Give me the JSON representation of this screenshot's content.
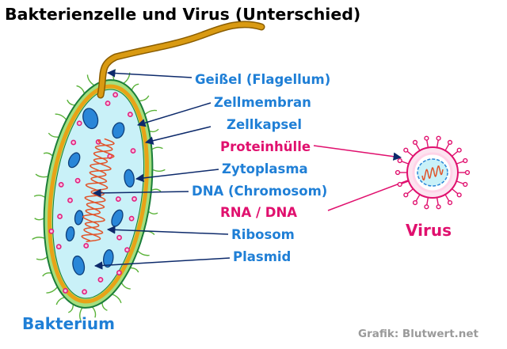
{
  "title": "Bakterienzelle und Virus (Unterschied)",
  "labels": {
    "flagellum": "Geißel (Flagellum)",
    "membrane": "Zellmembran",
    "capsule": "Zellkapsel",
    "protein_coat": "Proteinhülle",
    "cytoplasm": "Zytoplasma",
    "dna": "DNA (Chromosom)",
    "rna_dna": "RNA / DNA",
    "ribosome": "Ribosom",
    "plasmid": "Plasmid"
  },
  "bacterium_label": "Bakterium",
  "virus_label": "Virus",
  "credit": "Grafik: Blutwert.net",
  "colors": {
    "bacteria_text": "#1f7fd6",
    "virus_text": "#e0106e",
    "capsule_fill": "#a4df7e",
    "capsule_outline": "#1a7d3a",
    "membrane": "#e8a317",
    "cytoplasm": "#c9f1f8",
    "plasmid_fill": "#2986d8",
    "ribosome": "#e2217f",
    "dna_strand": "#e0542a",
    "flagellum": "#c98c08",
    "arrow": "#0d2a6b"
  }
}
